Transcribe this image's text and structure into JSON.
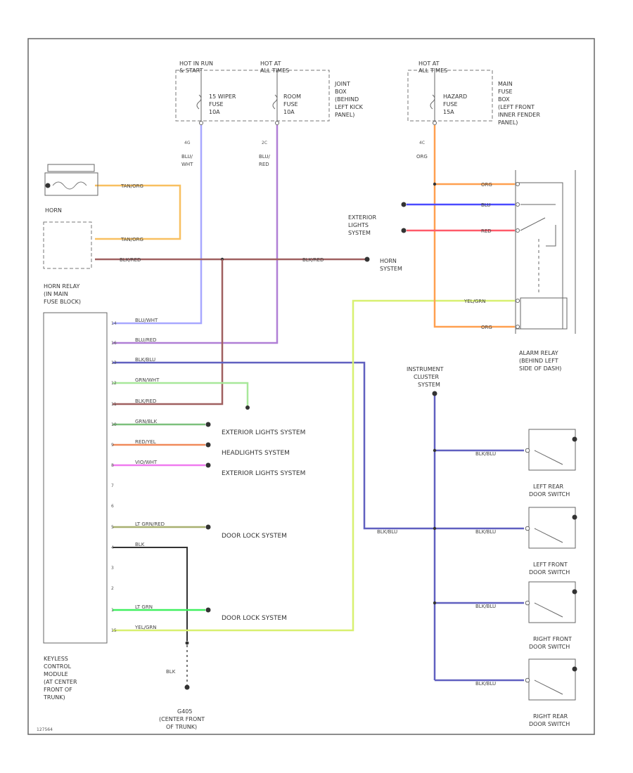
{
  "fuse_left": {
    "header_line1": "HOT IN RUN",
    "header_line2": "& START",
    "fuse_line1": "15 WIPER",
    "fuse_line2": "FUSE",
    "fuse_line3": "10A",
    "pin": "4G",
    "wire_line1": "BLU/",
    "wire_line2": "WHT"
  },
  "fuse_room": {
    "header_line1": "HOT AT",
    "header_line2": "ALL TIMES",
    "fuse_line1": "ROOM",
    "fuse_line2": "FUSE",
    "fuse_line3": "10A",
    "pin": "2C",
    "wire_line1": "BLU/",
    "wire_line2": "RED"
  },
  "joint_box_label": [
    "JOINT",
    "BOX",
    "(BEHIND",
    "LEFT KICK",
    "PANEL)"
  ],
  "fuse_hazard": {
    "header_line1": "HOT AT",
    "header_line2": "ALL TIMES",
    "fuse_line1": "HAZARD",
    "fuse_line2": "FUSE",
    "fuse_line3": "15A",
    "pin": "4C",
    "wire_line1": "ORG"
  },
  "main_fuse_box_label": [
    "MAIN",
    "FUSE",
    "BOX",
    "(LEFT FRONT",
    "INNER FENDER",
    "PANEL)"
  ],
  "horn": {
    "label": "HORN",
    "wire": "TAN/ORG"
  },
  "horn_relay_label": [
    "HORN RELAY",
    "(IN MAIN",
    "FUSE BLOCK)"
  ],
  "horn_system_label": [
    "HORN",
    "SYSTEM"
  ],
  "blk_red_wire": "BLK/RED",
  "exterior_lights_label": [
    "EXTERIOR",
    "LIGHTS",
    "SYSTEM"
  ],
  "alarm_relay_wires": {
    "org": "ORG",
    "blu": "BLU",
    "red": "RED",
    "yel_grn": "YEL/GRN"
  },
  "alarm_relay_label": [
    "ALARM RELAY",
    "(BEHIND LEFT",
    "SIDE OF DASH)"
  ],
  "module_pins": [
    {
      "pin": "14",
      "wire": "BLU/WHT"
    },
    {
      "pin": "16",
      "wire": "BLU/RED"
    },
    {
      "pin": "13",
      "wire": "BLK/BLU"
    },
    {
      "pin": "12",
      "wire": "GRN/WHT"
    },
    {
      "pin": "11",
      "wire": "BLK/RED"
    },
    {
      "pin": "10",
      "wire": "GRN/BLK",
      "target": "EXTERIOR LIGHTS SYSTEM"
    },
    {
      "pin": "9",
      "wire": "RED/YEL",
      "target": "HEADLIGHTS SYSTEM"
    },
    {
      "pin": "8",
      "wire": "VIO/WHT",
      "target": "EXTERIOR LIGHTS SYSTEM"
    },
    {
      "pin": "7",
      "wire": ""
    },
    {
      "pin": "6",
      "wire": ""
    },
    {
      "pin": "5",
      "wire": "LT GRN/RED",
      "target": "DOOR LOCK SYSTEM"
    },
    {
      "pin": "4",
      "wire": "BLK"
    },
    {
      "pin": "3",
      "wire": ""
    },
    {
      "pin": "2",
      "wire": ""
    },
    {
      "pin": "1",
      "wire": "LT GRN",
      "target": "DOOR LOCK SYSTEM"
    },
    {
      "pin": "15",
      "wire": "YEL/GRN"
    }
  ],
  "module_label": [
    "KEYLESS",
    "CONTROL",
    "MODULE",
    "(AT CENTER",
    "FRONT OF",
    "TRUNK)"
  ],
  "ground": {
    "wire": "BLK",
    "label": [
      "G405",
      "(CENTER FRONT",
      "OF TRUNK)"
    ]
  },
  "instrument_cluster_label": [
    "INSTRUMENT",
    "CLUSTER",
    "SYSTEM"
  ],
  "door_wire": "BLK/BLU",
  "door_switches": [
    {
      "label1": "LEFT REAR",
      "label2": "DOOR SWITCH"
    },
    {
      "label1": "LEFT FRONT",
      "label2": "DOOR SWITCH"
    },
    {
      "label1": "RIGHT FRONT",
      "label2": "DOOR SWITCH"
    },
    {
      "label1": "RIGHT REAR",
      "label2": "DOOR SWITCH"
    }
  ],
  "code": "127564",
  "colors": {
    "blu_wht": "#a8a8ff",
    "blu_red": "#b07fd6",
    "blk_blu": "#6060c0",
    "grn_wht": "#a8e89a",
    "blk_red": "#a06060",
    "grn_blk": "#7cc07c",
    "red_yel": "#f08a5a",
    "vio_wht": "#f07af0",
    "lt_grn_red": "#a8b070",
    "blk": "#333333",
    "lt_grn": "#40f060",
    "yel_grn": "#d8f070",
    "tan_org": "#f8c060",
    "org": "#ffa050",
    "blu": "#4a4aff",
    "red": "#ff5a6a"
  }
}
